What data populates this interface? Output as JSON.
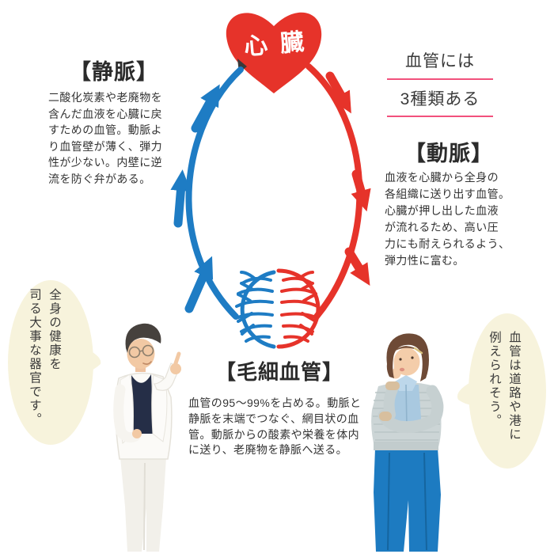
{
  "diagram": {
    "heart_label": "心臓",
    "heart_color": "#e6332a",
    "vein_color": "#1e7cc4",
    "artery_color": "#e6332a",
    "capillary_colors": [
      "#1e7cc4",
      "#e6332a"
    ]
  },
  "intro": {
    "line1": "血管には",
    "line2": "3種類ある",
    "underline_color": "#f2517c"
  },
  "vein": {
    "heading": "【静脈】",
    "body_lines": [
      "二酸化炭素や老廃物を",
      "含んだ血液を心臓に戻",
      "すための血管。動脈よ",
      "り血管壁が薄く、弾力",
      "性が少ない。内壁に逆",
      "流を防ぐ弁がある。"
    ]
  },
  "artery": {
    "heading": "【動脈】",
    "body_lines": [
      "血液を心臓から全身の",
      "各組織に送り出す血管。",
      "心臓が押し出した血液",
      "が流れるため、高い圧",
      "力にも耐えられるよう、",
      "弾力性に富む。"
    ]
  },
  "capillary": {
    "heading": "【毛細血管】",
    "body_lines": [
      "血管の95〜99%を占める。動脈と",
      "静脈を末端でつなぐ、網目状の血",
      "管。動脈からの酸素や栄養を体内",
      "に送り、老廃物を静脈へ送る。"
    ]
  },
  "speech": {
    "left": {
      "lines": [
        "全身の健康を",
        "司る大事な器官です。"
      ],
      "bg": "#f7f3dc"
    },
    "right": {
      "lines": [
        "血管は道路や港に",
        "例えられそう。"
      ],
      "bg": "#f7f3dc"
    }
  }
}
